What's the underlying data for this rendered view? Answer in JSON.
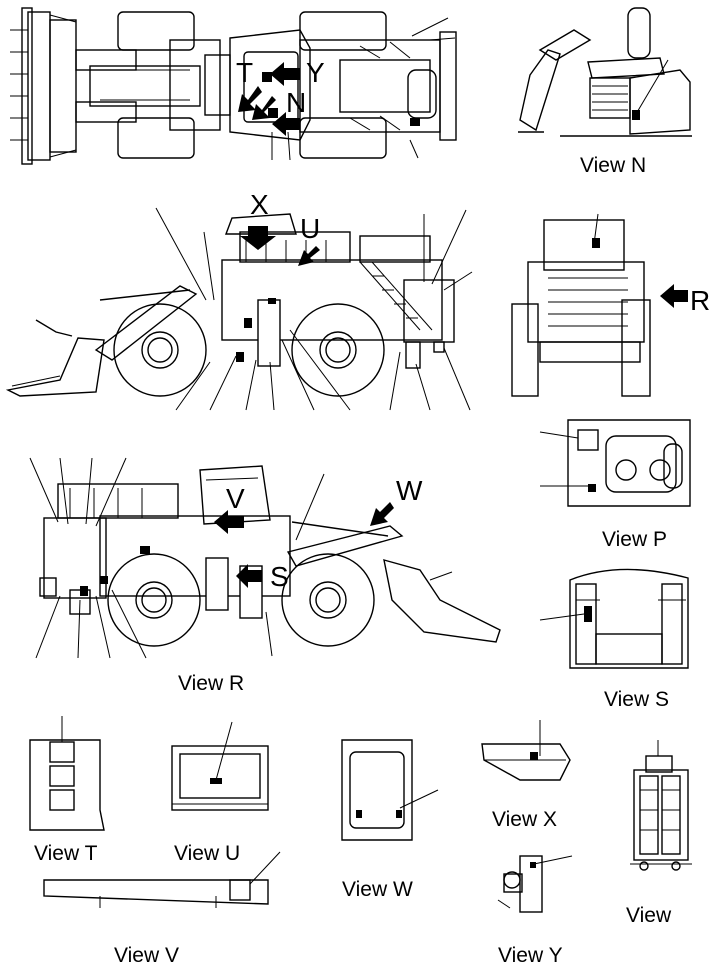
{
  "views": {
    "n": "View N",
    "p": "View P",
    "r": "View R",
    "s": "View S",
    "t": "View T",
    "u": "View U",
    "v": "View V",
    "w": "View W",
    "x": "View X",
    "y": "View Y",
    "z": "View"
  },
  "markers": {
    "t": "T",
    "y": "Y",
    "n": "N",
    "x": "X",
    "u": "U",
    "r": "R",
    "v": "V",
    "w": "W",
    "s": "S"
  }
}
